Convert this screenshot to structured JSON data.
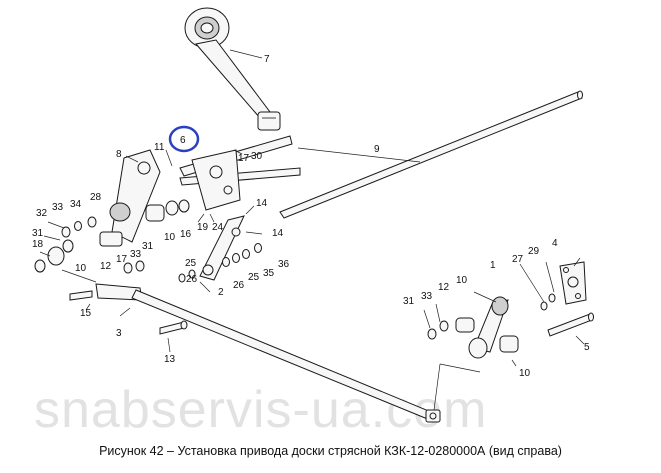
{
  "caption": "Рисунок 42 – Установка привода доски стрясной КЗК-12-0280000А (вид справа)",
  "watermark": "snabservis-ua.com",
  "highlight_color": "#2b3fc4",
  "callouts": [
    {
      "id": "c7",
      "text": "7"
    },
    {
      "id": "c6",
      "text": "6"
    },
    {
      "id": "c11",
      "text": "11"
    },
    {
      "id": "c8",
      "text": "8"
    },
    {
      "id": "c17a",
      "text": "17"
    },
    {
      "id": "c30",
      "text": "30"
    },
    {
      "id": "c9",
      "text": "9"
    },
    {
      "id": "c34",
      "text": "34"
    },
    {
      "id": "c28",
      "text": "28"
    },
    {
      "id": "c33a",
      "text": "33"
    },
    {
      "id": "c32",
      "text": "32"
    },
    {
      "id": "c31a",
      "text": "31"
    },
    {
      "id": "c18",
      "text": "18"
    },
    {
      "id": "c10a",
      "text": "10"
    },
    {
      "id": "c16",
      "text": "16"
    },
    {
      "id": "c19",
      "text": "19"
    },
    {
      "id": "c24",
      "text": "24"
    },
    {
      "id": "c14a",
      "text": "14"
    },
    {
      "id": "c14b",
      "text": "14"
    },
    {
      "id": "c31b",
      "text": "31"
    },
    {
      "id": "c12a",
      "text": "12"
    },
    {
      "id": "c17b",
      "text": "17"
    },
    {
      "id": "c33b",
      "text": "33"
    },
    {
      "id": "c25a",
      "text": "25"
    },
    {
      "id": "c26a",
      "text": "26"
    },
    {
      "id": "c36",
      "text": "36"
    },
    {
      "id": "c26b",
      "text": "26"
    },
    {
      "id": "c25b",
      "text": "25"
    },
    {
      "id": "c35",
      "text": "35"
    },
    {
      "id": "c2",
      "text": "2"
    },
    {
      "id": "c10b",
      "text": "10"
    },
    {
      "id": "c15",
      "text": "15"
    },
    {
      "id": "c3",
      "text": "3"
    },
    {
      "id": "c13",
      "text": "13"
    },
    {
      "id": "c1",
      "text": "1"
    },
    {
      "id": "c10c",
      "text": "10"
    },
    {
      "id": "c31c",
      "text": "31"
    },
    {
      "id": "c33c",
      "text": "33"
    },
    {
      "id": "c12b",
      "text": "12"
    },
    {
      "id": "c27",
      "text": "27"
    },
    {
      "id": "c29",
      "text": "29"
    },
    {
      "id": "c4",
      "text": "4"
    },
    {
      "id": "c5",
      "text": "5"
    },
    {
      "id": "c10d",
      "text": "10"
    }
  ]
}
